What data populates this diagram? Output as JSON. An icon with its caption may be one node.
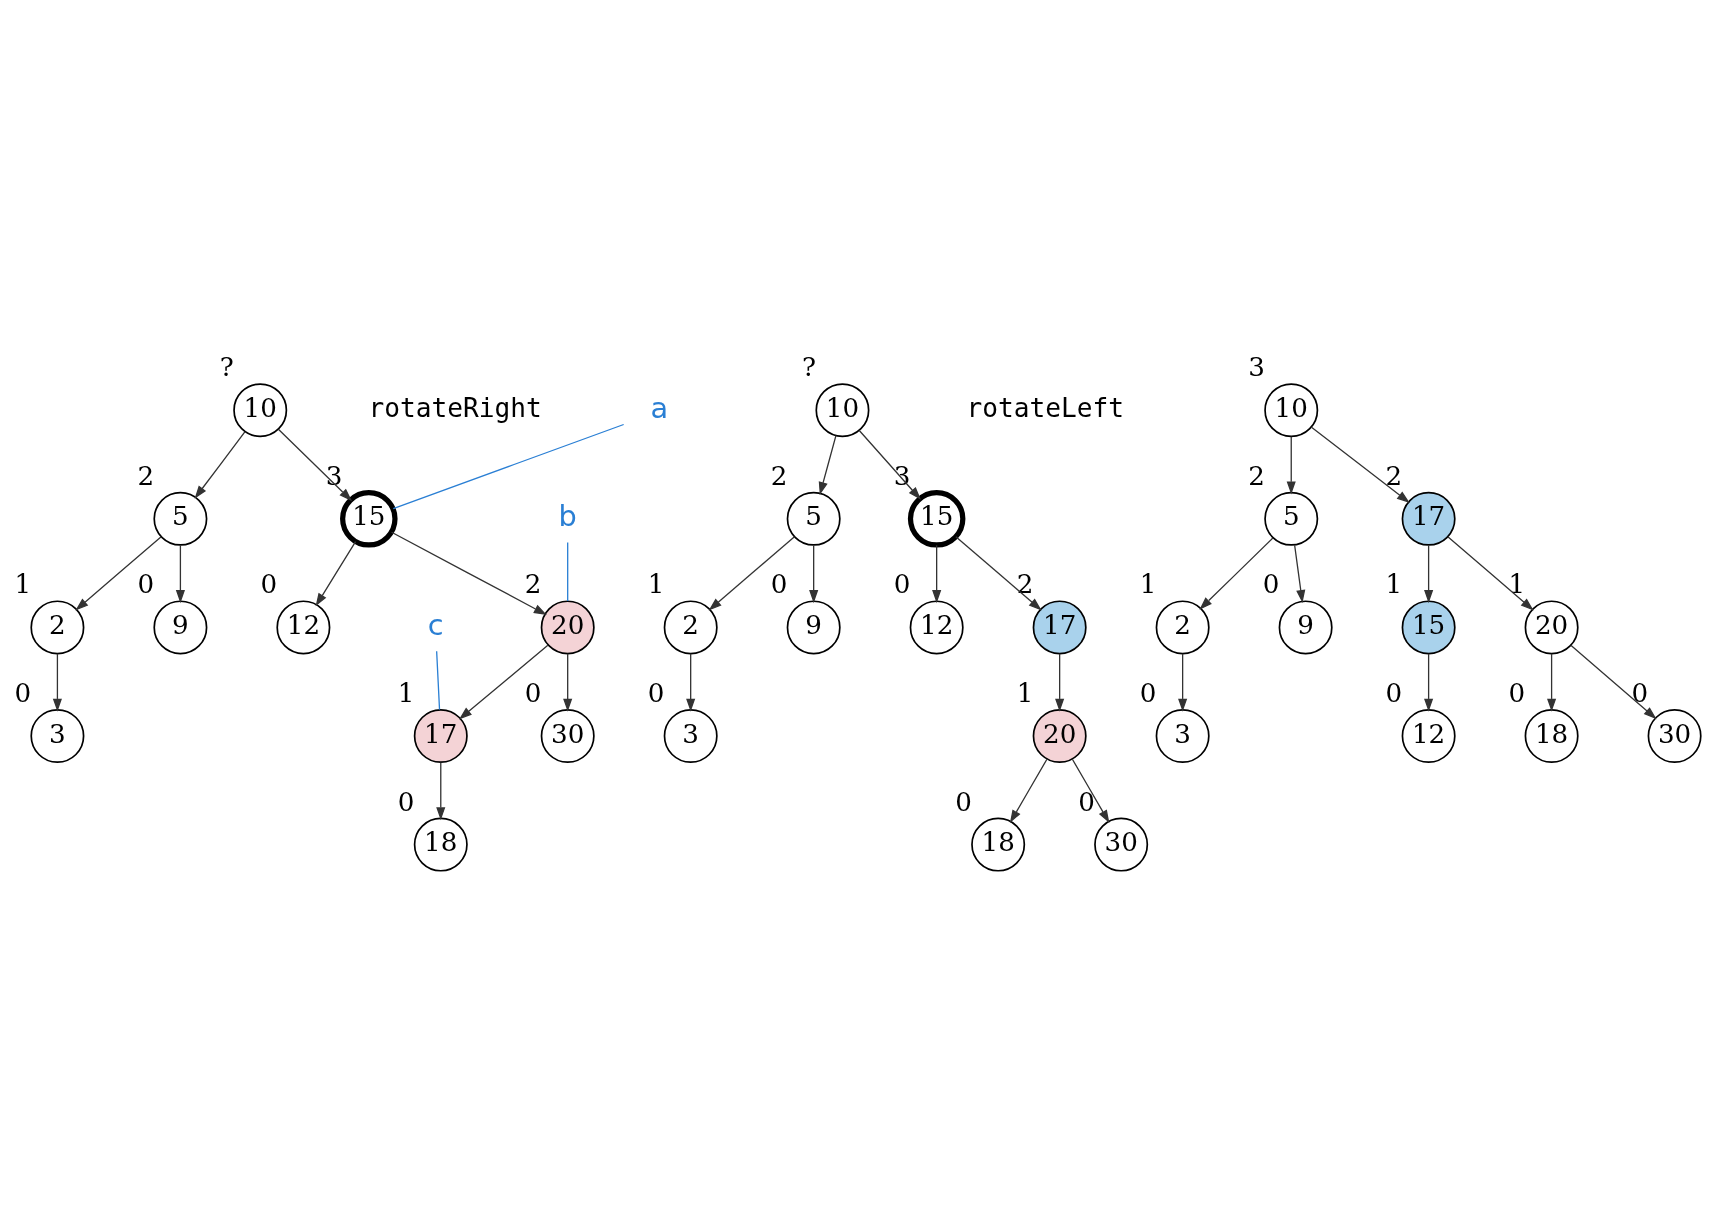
{
  "diagram": {
    "nodes": [
      {
        "text": [
          "10"
        ],
        "beside": [
          "?"
        ]
      },
      {
        "text": [
          "5"
        ],
        "beside": [
          "2"
        ]
      },
      {
        "text": [
          "15"
        ],
        "beside": [
          "3"
        ]
      },
      {
        "text": [
          "2"
        ],
        "beside": [
          "1"
        ]
      },
      {
        "text": [
          "9"
        ],
        "beside": [
          "0"
        ]
      },
      {
        "text": [
          "12"
        ],
        "beside": [
          "0"
        ]
      },
      {
        "text": [
          "20"
        ],
        "beside": [
          "2"
        ]
      },
      {
        "text": [
          "3"
        ],
        "beside": [
          "0"
        ]
      },
      {
        "text": [
          "17"
        ],
        "beside": [
          "1"
        ]
      },
      {
        "text": [
          "30"
        ],
        "beside": [
          "0"
        ]
      },
      {
        "text": [
          "18"
        ],
        "beside": [
          "0"
        ]
      },
      {
        "text": [
          "a"
        ]
      },
      {
        "text": [
          "b"
        ]
      },
      {
        "text": [
          "c"
        ]
      },
      {
        "text": [
          "10"
        ],
        "beside": [
          "?"
        ]
      },
      {
        "text": [
          "5"
        ],
        "beside": [
          "2"
        ]
      },
      {
        "text": [
          "15"
        ],
        "beside": [
          "3"
        ]
      },
      {
        "text": [
          "2"
        ],
        "beside": [
          "1"
        ]
      },
      {
        "text": [
          "9"
        ],
        "beside": [
          "0"
        ]
      },
      {
        "text": [
          "12"
        ],
        "beside": [
          "0"
        ]
      },
      {
        "text": [
          "17"
        ],
        "beside": [
          "2"
        ]
      },
      {
        "text": [
          "3"
        ],
        "beside": [
          "0"
        ]
      },
      {
        "text": [
          "20"
        ],
        "beside": [
          "1"
        ]
      },
      {
        "text": [
          "18"
        ],
        "beside": [
          "0"
        ]
      },
      {
        "text": [
          "30"
        ],
        "beside": [
          "0"
        ]
      },
      {
        "text": [
          "10"
        ],
        "beside": [
          "3"
        ]
      },
      {
        "text": [
          "5"
        ],
        "beside": [
          "2"
        ]
      },
      {
        "text": [
          "17"
        ],
        "beside": [
          "2"
        ]
      },
      {
        "text": [
          "2"
        ],
        "beside": [
          "1"
        ]
      },
      {
        "text": [
          "9"
        ],
        "beside": [
          "0"
        ]
      },
      {
        "text": [
          "15"
        ],
        "beside": [
          "1"
        ]
      },
      {
        "text": [
          "20"
        ],
        "beside": [
          "1"
        ]
      },
      {
        "text": [
          "3"
        ],
        "beside": [
          "0"
        ]
      },
      {
        "text": [
          "12"
        ],
        "beside": [
          "0"
        ]
      },
      {
        "text": [
          "18"
        ],
        "beside": [
          "0"
        ]
      },
      {
        "text": [
          "30"
        ],
        "beside": [
          "0"
        ]
      }
    ],
    "edges": [
      {
        "from": 0,
        "to": 1,
        "arrow": "to"
      },
      {
        "from": 0,
        "to": 2,
        "arrow": "to"
      },
      {
        "from": 1,
        "to": 3,
        "arrow": "to"
      },
      {
        "from": 1,
        "to": 4,
        "arrow": "to"
      },
      {
        "from": 2,
        "to": 5,
        "arrow": "to"
      },
      {
        "from": 2,
        "to": 6,
        "arrow": "to"
      },
      {
        "from": 3,
        "to": 7,
        "arrow": "to"
      },
      {
        "from": 6,
        "to": 8,
        "arrow": "to"
      },
      {
        "from": 6,
        "to": 9,
        "arrow": "to"
      },
      {
        "from": 8,
        "to": 10,
        "arrow": "to"
      },
      {
        "from": 11,
        "to": 2,
        "arrow": "none",
        "color": "#2a7fd4"
      },
      {
        "from": 12,
        "to": 6,
        "arrow": "none",
        "color": "#2a7fd4"
      },
      {
        "from": 13,
        "to": 8,
        "arrow": "none",
        "color": "#2a7fd4"
      },
      {
        "from": 14,
        "to": 15,
        "arrow": "to"
      },
      {
        "from": 14,
        "to": 16,
        "arrow": "to"
      },
      {
        "from": 15,
        "to": 17,
        "arrow": "to"
      },
      {
        "from": 15,
        "to": 18,
        "arrow": "to"
      },
      {
        "from": 16,
        "to": 19,
        "arrow": "to"
      },
      {
        "from": 16,
        "to": 20,
        "arrow": "to"
      },
      {
        "from": 17,
        "to": 21,
        "arrow": "to"
      },
      {
        "from": 20,
        "to": 22,
        "arrow": "to"
      },
      {
        "from": 22,
        "to": 23,
        "arrow": "to"
      },
      {
        "from": 22,
        "to": 24,
        "arrow": "to"
      },
      {
        "from": 25,
        "to": 26,
        "arrow": "to"
      },
      {
        "from": 25,
        "to": 27,
        "arrow": "to"
      },
      {
        "from": 26,
        "to": 28,
        "arrow": "to"
      },
      {
        "from": 26,
        "to": 29,
        "arrow": "to"
      },
      {
        "from": 27,
        "to": 30,
        "arrow": "to"
      },
      {
        "from": 27,
        "to": 31,
        "arrow": "to"
      },
      {
        "from": 28,
        "to": 32,
        "arrow": "to"
      },
      {
        "from": 30,
        "to": 33,
        "arrow": "to"
      },
      {
        "from": 31,
        "to": 34,
        "arrow": "to"
      },
      {
        "from": 31,
        "to": 35,
        "arrow": "to"
      }
    ],
    "labels": [
      "rotateRight",
      "rotateLeft"
    ]
  }
}
